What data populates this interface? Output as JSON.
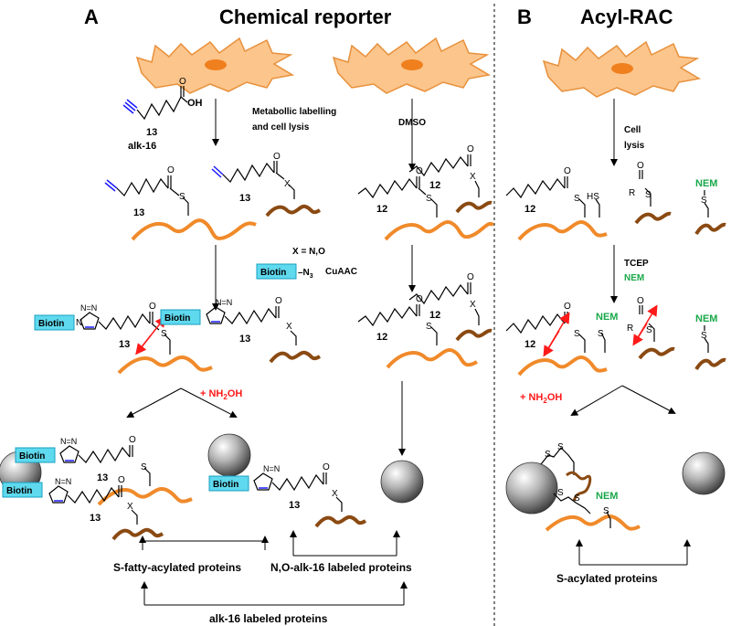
{
  "panel_a": {
    "letter": "A",
    "title": "Chemical reporter",
    "probe_name": "alk-16",
    "probe_chain": "13",
    "probe_acid": "OH",
    "probe_carbonyl_o": "O",
    "step_metabolic_1": "Metabollic labelling",
    "step_metabolic_2": "and cell lysis",
    "step_dmso": "DMSO",
    "x_def": "X = N,O",
    "click_reagent_tag": "Biotin",
    "click_reagent_rest": "–N",
    "click_reagent_sub": "3",
    "click_method": "CuAAC",
    "chain13": "13",
    "chain12": "12",
    "sulfur": "S",
    "oxygen": "O",
    "x_atom": "X",
    "biotin": "Biotin",
    "triazole_n": "N",
    "triazole_nn": "N=N",
    "hydroxylamine": "+ NH",
    "hydroxylamine_sub": "2",
    "hydroxylamine_tail": "OH",
    "label_s_fatty": "S-fatty-acylated proteins",
    "label_no_alk": "N,O-alk-16 labeled proteins",
    "label_alk16": "alk-16 labeled proteins"
  },
  "panel_b": {
    "letter": "B",
    "title": "Acyl-RAC",
    "step_lysis_1": "Cell",
    "step_lysis_2": "lysis",
    "step_tcep": "TCEP",
    "step_nem": "NEM",
    "nem": "NEM",
    "hs": "HS",
    "r_group": "R",
    "chain12": "12",
    "sulfur": "S",
    "oxygen": "O",
    "hydroxylamine": "+ NH",
    "hydroxylamine_sub": "2",
    "hydroxylamine_tail": "OH",
    "label_s_acylated": "S-acylated proteins"
  },
  "colors": {
    "cell_fill": "#fbc58c",
    "cell_stroke": "#e8903a",
    "nucleus": "#f07f1e",
    "protein_orange": "#f08a2a",
    "protein_brown": "#8a4a12",
    "alkyne": "#1a1aff",
    "biotin_box": "#5fd9ee",
    "nem_green": "#1aa84a",
    "nh2oh_red": "#ff1a1a"
  }
}
